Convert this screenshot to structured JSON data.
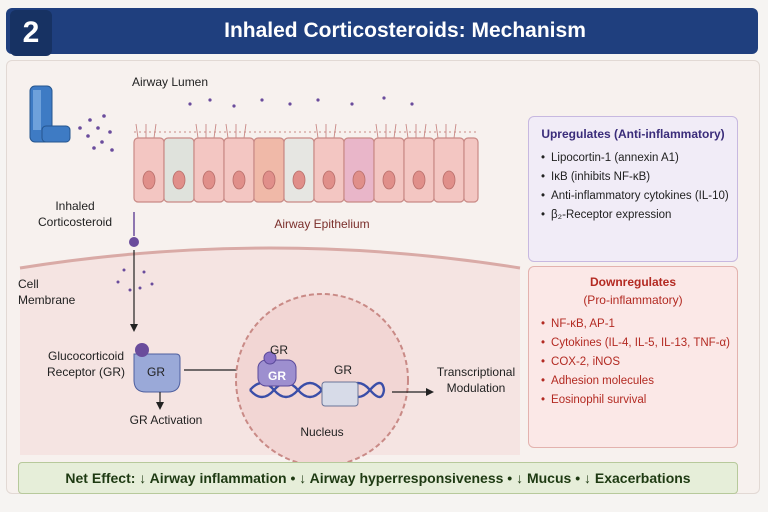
{
  "header": {
    "badge": "2",
    "title": "Inhaled Corticosteroids: Mechanism"
  },
  "labels": {
    "airway_lumen": "Airway Lumen",
    "inhaled_line1": "Inhaled",
    "inhaled_line2": "Corticosteroid",
    "airway_epithelium": "Airway Epithelium",
    "cell_line1": "Cell",
    "cell_line2": "Membrane",
    "gr_line1": "Glucocorticoid",
    "gr_line2": "Receptor (GR)",
    "gr_short": "GR",
    "gr_activation": "GR Activation",
    "nucleus": "Nucleus",
    "transcription_line1": "Transcriptional",
    "transcription_line2": "Modulation"
  },
  "upregulates": {
    "title": "Upregulates (Anti-inflammatory)",
    "items": [
      "Lipocortin-1 (annexin A1)",
      "IκB (inhibits NF-κB)",
      "Anti-inflammatory cytokines (IL-10)",
      "β₂-Receptor expression"
    ]
  },
  "downregulates": {
    "title_line1": "Downregulates",
    "title_line2": "(Pro-inflammatory)",
    "items": [
      "NF-κB, AP-1",
      "Cytokines (IL-4, IL-5, IL-13, TNF-α)",
      "COX-2, iNOS",
      "Adhesion molecules",
      "Eosinophil survival"
    ]
  },
  "net_effect": "Net Effect: ↓ Airway inflammation • ↓ Airway hyperresponsiveness • ↓ Mucus • ↓ Exacerbations",
  "colors": {
    "header": "#1f3f7e",
    "purple": "#6a4c9c",
    "red": "#b32a22",
    "green": "#e6eed9"
  }
}
